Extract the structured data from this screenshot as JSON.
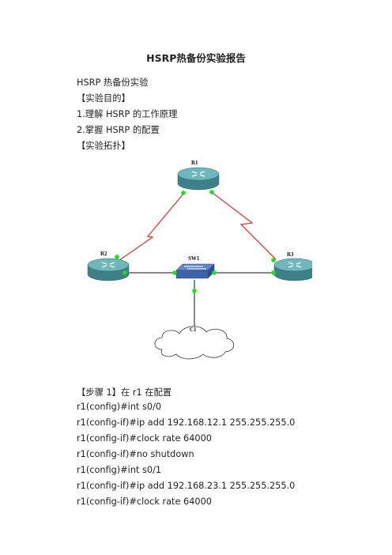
{
  "doc": {
    "title": "HSRP热备份实验报告",
    "lines_top": [
      "HSRP 热备份实验",
      "【实验目的】",
      "1.理解 HSRP 的工作原理",
      "2.掌握 HSRP 的配置",
      "【实验拓扑】"
    ],
    "lines_bottom": [
      "【步骤 1】在 r1 在配置",
      "r1(config)#int s0/0",
      "r1(config-if)#ip add 192.168.12.1 255.255.255.0",
      "r1(config-if)#clock rate 64000",
      "r1(config-if)#no shutdown",
      "r1(config)#int s0/1",
      "r1(config-if)#ip add 192.168.23.1 255.255.255.0",
      "r1(config-if)#clock rate 64000"
    ]
  },
  "topology": {
    "nodes": {
      "r1": "R1",
      "r2": "R2",
      "r3": "R3",
      "sw1": "SW1",
      "c1": "C1"
    },
    "colors": {
      "serial_link": "#d63a3a",
      "ethernet_link": "#111111",
      "port_up": "#22dd22",
      "router_fill": "#5fa7ae",
      "switch_fill": "#3f63a6"
    }
  }
}
